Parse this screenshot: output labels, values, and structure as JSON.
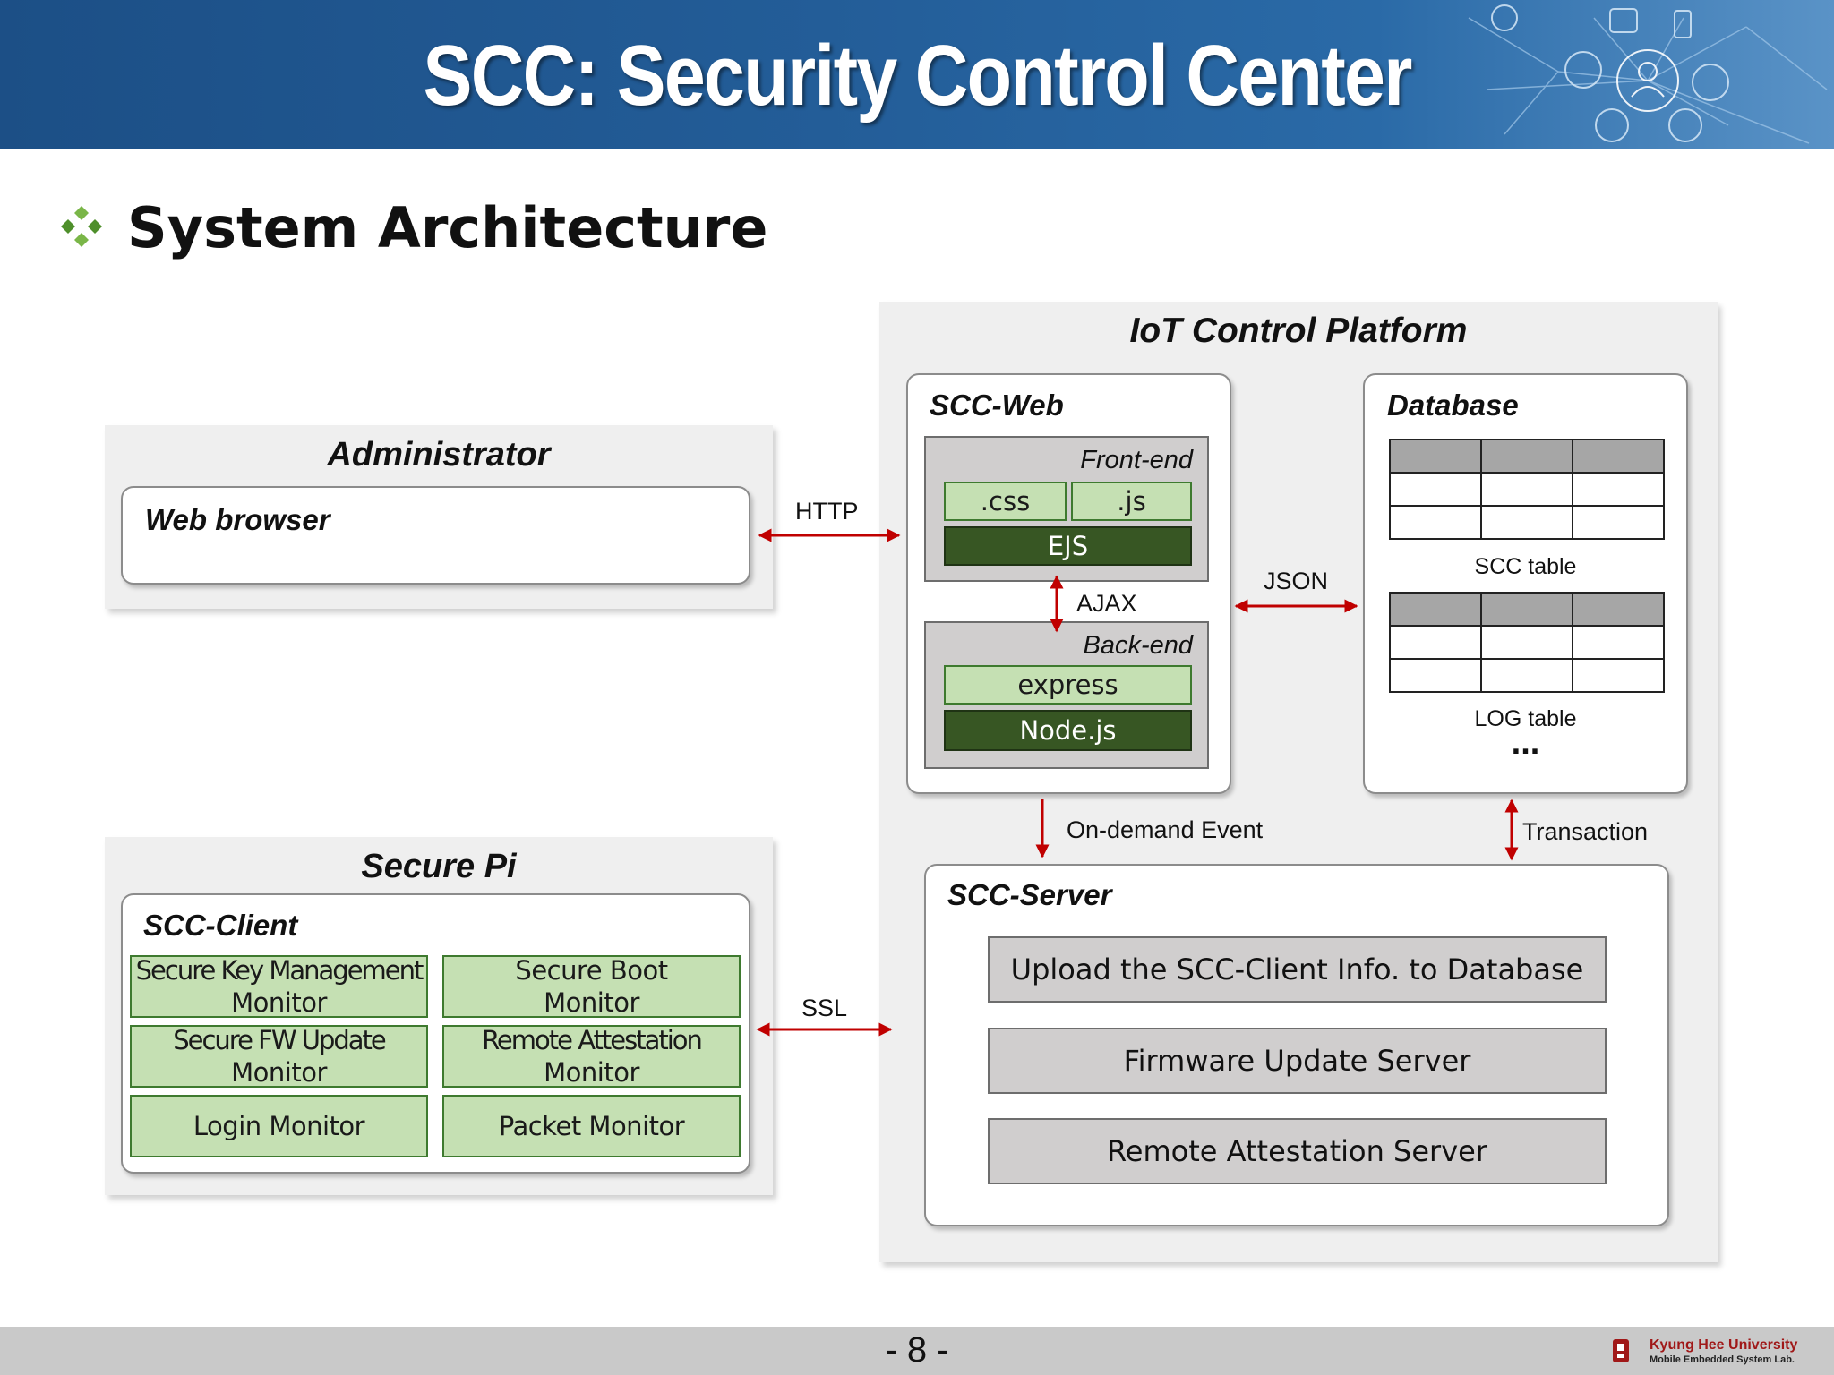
{
  "slide": {
    "title": "SCC: Security Control Center",
    "section_title": "System Architecture",
    "page_number": "- 8 -",
    "university": "Kyung Hee University",
    "lab": "Mobile Embedded System Lab."
  },
  "administrator": {
    "title": "Administrator",
    "web_browser": "Web browser"
  },
  "secure_pi": {
    "title": "Secure Pi",
    "client_title": "SCC-Client",
    "monitors": [
      {
        "line1": "Secure Key Management",
        "line2": "Monitor"
      },
      {
        "line1": "Secure Boot",
        "line2": "Monitor"
      },
      {
        "line1": "Secure FW Update",
        "line2": "Monitor"
      },
      {
        "line1": "Remote Attestation",
        "line2": "Monitor"
      },
      {
        "line1": "Login Monitor",
        "line2": ""
      },
      {
        "line1": "Packet Monitor",
        "line2": ""
      }
    ]
  },
  "platform": {
    "title": "IoT Control Platform",
    "web": {
      "title": "SCC-Web",
      "frontend_label": "Front-end",
      "css": ".css",
      "js": ".js",
      "ejs": "EJS",
      "backend_label": "Back-end",
      "express": "express",
      "node": "Node.js"
    },
    "database": {
      "title": "Database",
      "scc_table": "SCC table",
      "log_table": "LOG table",
      "ellipsis": "..."
    },
    "server": {
      "title": "SCC-Server",
      "items": [
        "Upload the SCC-Client Info. to Database",
        "Firmware Update Server",
        "Remote Attestation Server"
      ]
    }
  },
  "connections": {
    "http": "HTTP",
    "ajax": "AJAX",
    "json": "JSON",
    "on_demand": "On-demand Event",
    "transaction": "Transaction",
    "ssl": "SSL"
  },
  "colors": {
    "header_blue": "#1c4f86",
    "light_green": "#c5e0b3",
    "dark_green": "#375623",
    "arrow_red": "#c00000",
    "server_gray": "#d0cece"
  }
}
